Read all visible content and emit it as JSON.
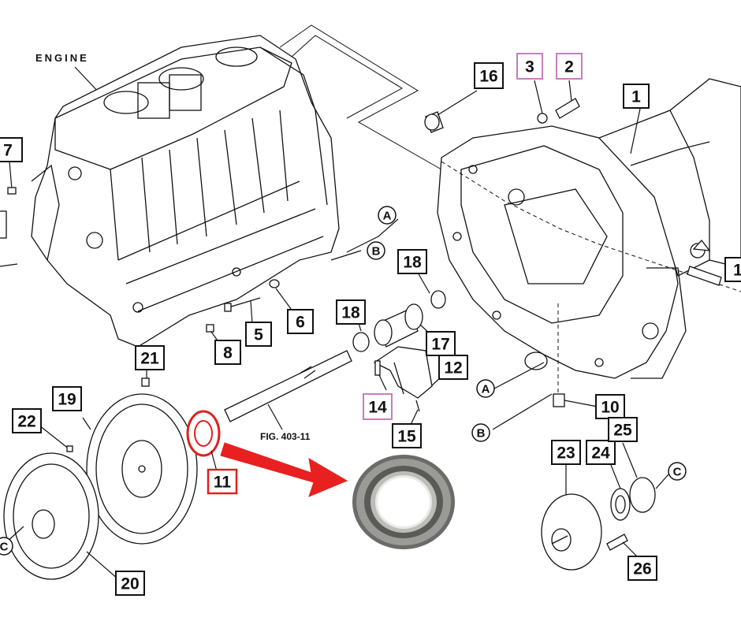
{
  "diagram": {
    "engine_label": "ENGINE",
    "fig_ref": "FIG. 403-11",
    "colors": {
      "highlight_red": "#e02020",
      "pink_box": "#c77dbf",
      "arrow": "#e82020",
      "bearing_metal": "#8a8a88"
    },
    "callouts": [
      {
        "id": "c1",
        "label": "1"
      },
      {
        "id": "c1b",
        "label": "1"
      },
      {
        "id": "c2",
        "label": "2"
      },
      {
        "id": "c3",
        "label": "3"
      },
      {
        "id": "c5",
        "label": "5"
      },
      {
        "id": "c6",
        "label": "6"
      },
      {
        "id": "c7",
        "label": "7"
      },
      {
        "id": "c8",
        "label": "8"
      },
      {
        "id": "c10",
        "label": "10"
      },
      {
        "id": "c11",
        "label": "11"
      },
      {
        "id": "c12",
        "label": "12"
      },
      {
        "id": "c14",
        "label": "14"
      },
      {
        "id": "c15",
        "label": "15"
      },
      {
        "id": "c16",
        "label": "16"
      },
      {
        "id": "c17",
        "label": "17"
      },
      {
        "id": "c18a",
        "label": "18"
      },
      {
        "id": "c18b",
        "label": "18"
      },
      {
        "id": "c19",
        "label": "19"
      },
      {
        "id": "c20",
        "label": "20"
      },
      {
        "id": "c21",
        "label": "21"
      },
      {
        "id": "c22",
        "label": "22"
      },
      {
        "id": "c23",
        "label": "23"
      },
      {
        "id": "c24",
        "label": "24"
      },
      {
        "id": "c25",
        "label": "25"
      },
      {
        "id": "c26",
        "label": "26"
      }
    ],
    "reference_circles": [
      {
        "id": "ra1",
        "label": "A"
      },
      {
        "id": "rb1",
        "label": "B"
      },
      {
        "id": "ra2",
        "label": "A"
      },
      {
        "id": "rb2",
        "label": "B"
      },
      {
        "id": "rc1",
        "label": "C"
      },
      {
        "id": "rc2",
        "label": "C"
      }
    ]
  }
}
